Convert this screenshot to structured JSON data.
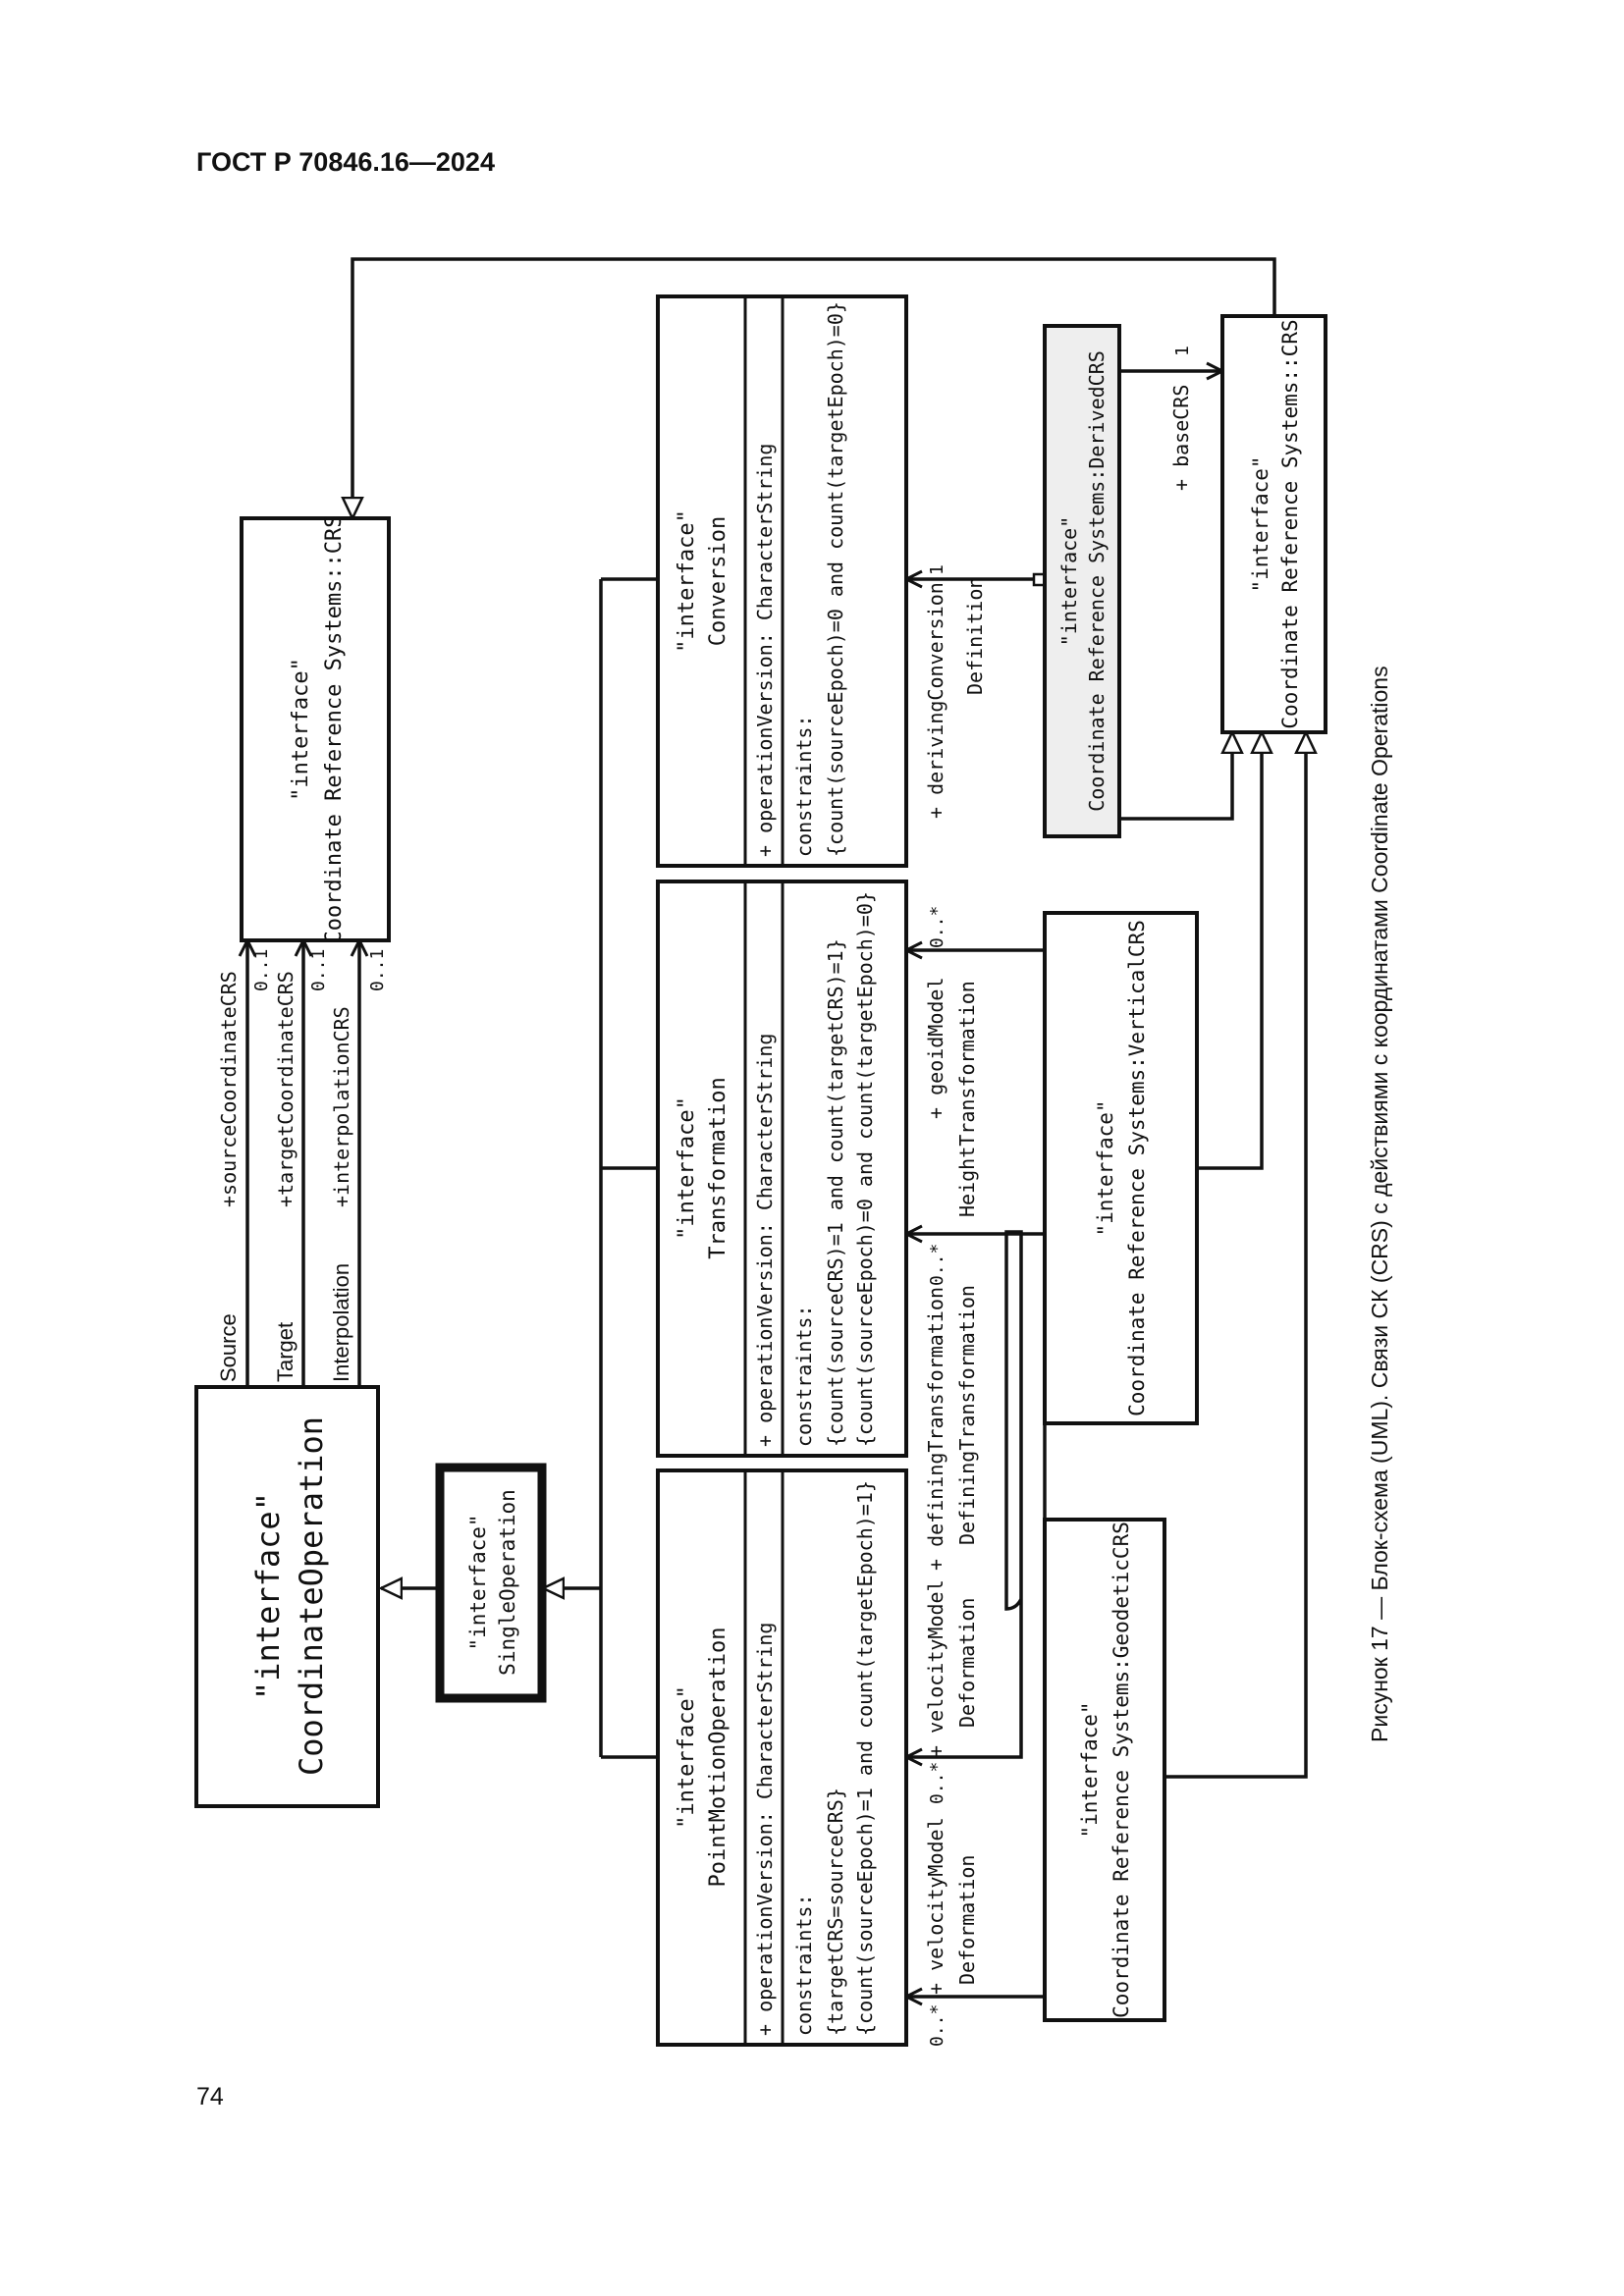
{
  "header": {
    "doc_code": "ГОСТ Р 70846.16—2024"
  },
  "page_number": "74",
  "caption": "Рисунок 17 — Блок-схема (UML). Связи СК (CRS) с действиями с координатами Coordinate Operations",
  "stereotype": "\"interface\"",
  "classes": {
    "coordinate_operation": "CoordinateOperation",
    "single_operation": "SingleOperation",
    "crs": "Coordinate Reference Systems::CRS",
    "point_motion": {
      "name": "PointMotionOperation",
      "attribute": "+ operationVersion: CharacterString",
      "constraints_title": "constraints:",
      "constraints": [
        "{targetCRS=sourceCRS}",
        "{count(sourceEpoch)=1 and count(targetEpoch)=1}"
      ]
    },
    "transformation": {
      "name": "Transformation",
      "attribute": "+ operationVersion: CharacterString",
      "constraints_title": "constraints:",
      "constraints": [
        "{count(sourceCRS)=1 and count(targetCRS)=1}",
        "{count(sourceEpoch)=0 and count(targetEpoch)=0}"
      ]
    },
    "conversion": {
      "name": "Conversion",
      "attribute": "+ operationVersion: CharacterString",
      "constraints_title": "constraints:",
      "constraints": [
        "{count(sourceEpoch)=0 and count(targetEpoch)=0}"
      ]
    },
    "geodetic_crs": "Coordinate Reference Systems:GeodeticCRS",
    "vertical_crs": "Coordinate Reference Systems:VerticalCRS",
    "derived_crs": "Coordinate Reference Systems:DerivedCRS",
    "crs2": "Coordinate Reference Systems::CRS"
  },
  "associations": {
    "source": "Source",
    "source_role": "+sourceCoordinateCRS",
    "source_mult": "0..1",
    "target": "Target",
    "target_role": "+targetCoordinateCRS",
    "target_mult": "0..1",
    "interpolation": "Interpolation",
    "interpolation_role": "+interpolationCRS",
    "interpolation_mult": "0..1",
    "vm1_role": "+ velocityModel",
    "vm1_name": "Deformation",
    "vm1_mult": "0..*",
    "vm2_role": "+ velocityModel",
    "vm2_name": "Deformation",
    "vm2_mult": "0..*",
    "dt_role": "+ definingTransformation",
    "dt_name": "DefiningTransformation",
    "dt_mult": "0..*",
    "geoid_role": "+ geoidModel",
    "geoid_name": "HeightTransformation",
    "geoid_mult": "0..*",
    "dc_role": "+ derivingConversion",
    "dc_name": "Definition",
    "dc_mult": "1",
    "base_role": "+ baseCRS",
    "base_mult": "1"
  }
}
